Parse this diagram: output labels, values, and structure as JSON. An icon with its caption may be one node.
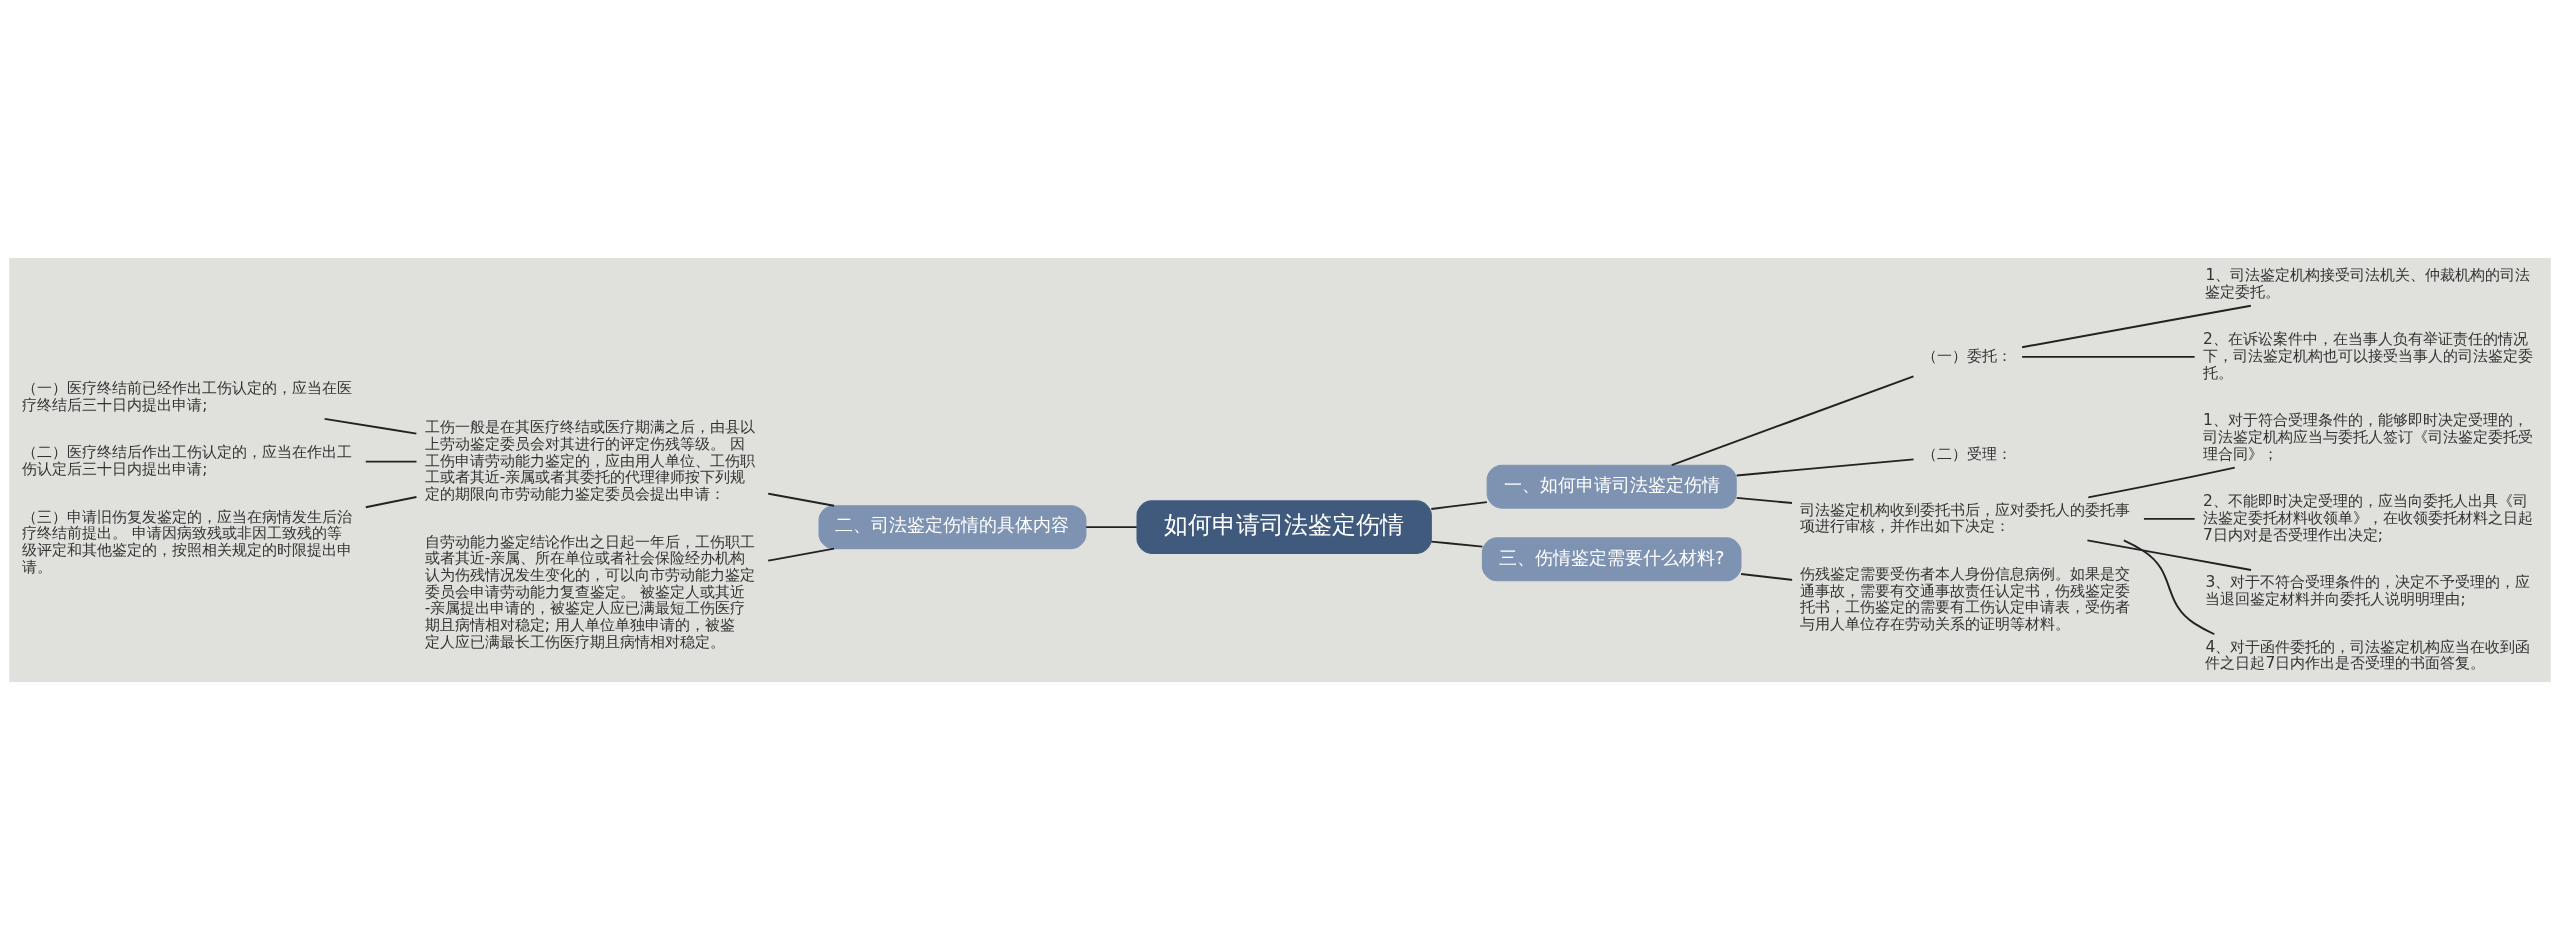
{
  "diagram": {
    "nodes": [
      {
        "text": [
          "如何申请司法鉴定伤情"
        ]
      },
      {
        "text": [
          "一、如何申请司法鉴定伤情"
        ]
      },
      {
        "text": [
          "（一）委托："
        ]
      },
      {
        "text": [
          "1、司法鉴定机构接受司法机关、仲裁机构的司法鉴定委托。"
        ]
      },
      {
        "text": [
          "2、在诉讼案件中，在当事人负有举证责任的情况下，司法鉴定机构也可以接受当事人的司法鉴定委托。"
        ]
      },
      {
        "text": [
          "（二）受理："
        ]
      },
      {
        "text": [
          "司法鉴定机构收到委托书后，应对委托人的委托事项进行审核，并作出如下决定："
        ]
      },
      {
        "text": [
          "1、对于符合受理条件的，能够即时决定受理的，司法鉴定机构应当与委托人签订《司法鉴定委托受理合同》；"
        ]
      },
      {
        "text": [
          "2、不能即时决定受理的，应当向委托人出具《司法鉴定委托材料收领单》，在收领委托材料之日起7日内对是否受理作出决定;"
        ]
      },
      {
        "text": [
          "3、对于不符合受理条件的，决定不予受理的，应当退回鉴定材料并向委托人说明明理由;"
        ]
      },
      {
        "text": [
          "4、对于函件委托的，司法鉴定机构应当在收到函件之日起7日内作出是否受理的书面答复。"
        ]
      },
      {
        "text": [
          "二、司法鉴定伤情的具体内容"
        ]
      },
      {
        "text": [
          "工伤一般是在其医疗终结或医疗期满之后，由县以上劳动鉴定委员会对其进行的评定伤残等级。 因工伤申请劳动能力鉴定的，应由用人单位、工伤职工或者其近-亲属或者其委托的代理律师按下列规定的期限向市劳动能力鉴定委员会提出申请："
        ]
      },
      {
        "text": [
          "（一）医疗终结前已经作出工伤认定的，应当在医疗终结后三十日内提出申请;"
        ]
      },
      {
        "text": [
          "（二）医疗终结后作出工伤认定的，应当在作出工伤认定后三十日内提出申请;"
        ]
      },
      {
        "text": [
          "（三）申请旧伤复发鉴定的，应当在病情发生后治疗终结前提出。 申请因病致残或非因工致残的等级评定和其他鉴定的，按照相关规定的时限提出申请。"
        ]
      },
      {
        "text": [
          "自劳动能力鉴定结论作出之日起一年后，工伤职工或者其近-亲属、所在单位或者社会保险经办机构认为伤残情况发生变化的，可以向市劳动能力鉴定委员会申请劳动能力复查鉴定。 被鉴定人或其近-亲属提出申请的，被鉴定人应已满最短工伤医疗期且病情相对稳定; 用人单位单独申请的，被鉴定人应已满最长工伤医疗期且病情相对稳定。"
        ]
      },
      {
        "text": [
          "三、伤情鉴定需要什么材料?"
        ]
      },
      {
        "text": [
          "伤残鉴定需要受伤者本人身份信息病例。如果是交通事故，需要有交通事故责任认定书，伤残鉴定委托书，工伤鉴定的需要有工伤认定申请表，受伤者与用人单位存在劳动关系的证明等材料。"
        ]
      }
    ],
    "edges": [
      {
        "from": 0,
        "to": 1,
        "arrow": "none"
      },
      {
        "from": 1,
        "to": 2,
        "arrow": "none"
      },
      {
        "from": 2,
        "to": 3,
        "arrow": "none"
      },
      {
        "from": 2,
        "to": 4,
        "arrow": "none"
      },
      {
        "from": 1,
        "to": 5,
        "arrow": "none"
      },
      {
        "from": 1,
        "to": 6,
        "arrow": "none"
      },
      {
        "from": 6,
        "to": 7,
        "arrow": "none"
      },
      {
        "from": 6,
        "to": 8,
        "arrow": "none"
      },
      {
        "from": 6,
        "to": 9,
        "arrow": "none"
      },
      {
        "from": 6,
        "to": 10,
        "arrow": "none"
      },
      {
        "from": 0,
        "to": 11,
        "arrow": "none"
      },
      {
        "from": 11,
        "to": 12,
        "arrow": "none"
      },
      {
        "from": 12,
        "to": 13,
        "arrow": "none"
      },
      {
        "from": 12,
        "to": 14,
        "arrow": "none"
      },
      {
        "from": 12,
        "to": 15,
        "arrow": "none"
      },
      {
        "from": 11,
        "to": 16,
        "arrow": "none"
      },
      {
        "from": 0,
        "to": 17,
        "arrow": "none"
      },
      {
        "from": 17,
        "to": 18,
        "arrow": "none"
      }
    ]
  }
}
